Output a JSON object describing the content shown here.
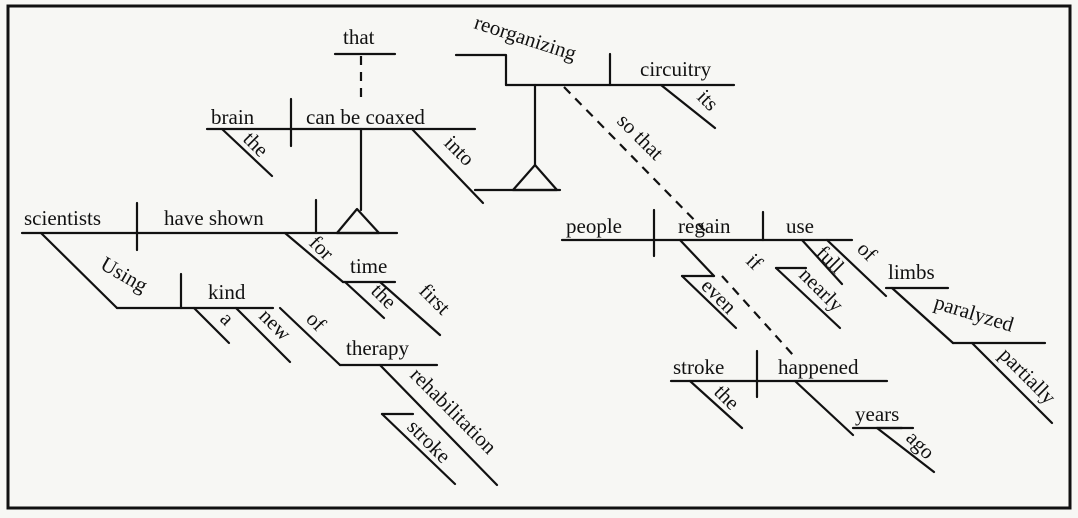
{
  "words": {
    "that": "that",
    "reorganizing": "reorganizing",
    "circuitry": "circuitry",
    "its": "its",
    "brain": "brain",
    "the_brain": "the",
    "can_be_coaxed": "can be coaxed",
    "into": "into",
    "so_that": "so that",
    "scientists": "scientists",
    "have_shown": "have shown",
    "using": "Using",
    "kind": "kind",
    "a": "a",
    "new": "new",
    "of_therapy": "of",
    "therapy": "therapy",
    "rehabilitation": "rehabilitation",
    "stroke_modifier": "stroke",
    "for": "for",
    "time": "time",
    "the_time": "the",
    "first": "first",
    "people": "people",
    "regain": "regain",
    "use": "use",
    "full": "full",
    "nearly": "nearly",
    "if": "if",
    "even": "even",
    "of_limbs": "of",
    "limbs": "limbs",
    "paralyzed": "paralyzed",
    "partially": "partially",
    "stroke_subject": "stroke",
    "the_stroke": "the",
    "happened": "happened",
    "years": "years",
    "ago": "ago"
  }
}
